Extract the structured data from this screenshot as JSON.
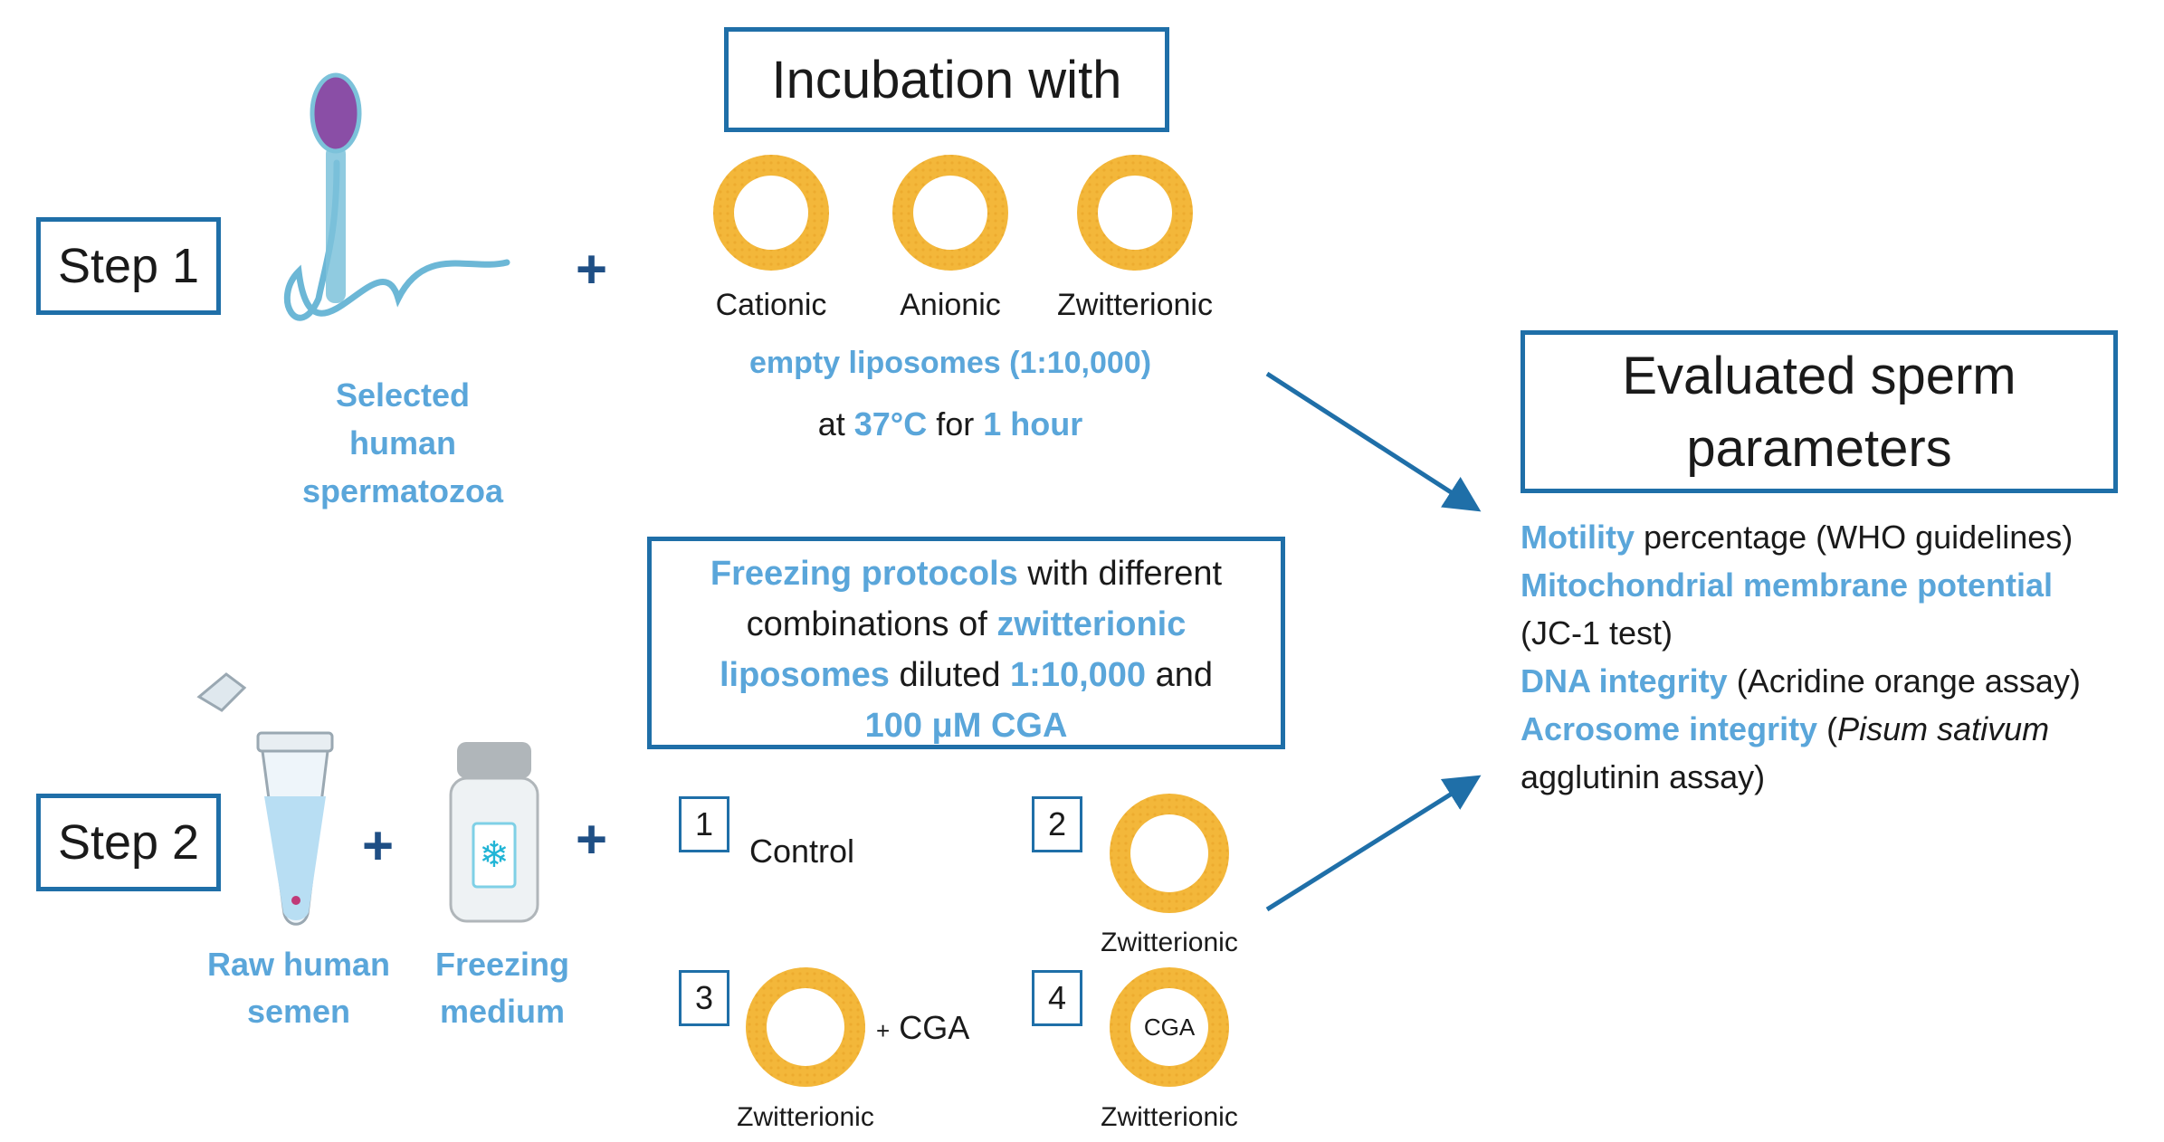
{
  "step1": {
    "label": "Step 1"
  },
  "step2": {
    "label": "Step 2"
  },
  "sperm": {
    "label_line1": "Selected",
    "label_line2": "human",
    "label_line3": "spermatozoa"
  },
  "incubation": {
    "title": "Incubation with",
    "liposomes": [
      "Cationic",
      "Anionic",
      "Zwitterionic"
    ],
    "empty_liposomes": "empty liposomes (1:10,000)",
    "cond_prefix": "at",
    "temp": "37°C",
    "cond_mid": "for",
    "time": "1 hour"
  },
  "freezing_box": {
    "l1_blue": "Freezing protocols",
    "l1_black": "with different",
    "l2_black": "combinations of",
    "l2_blue": "zwitterionic",
    "l3_blue1": "liposomes",
    "l3_black1": "diluted",
    "l3_blue2": "1:10,000",
    "l3_black2": "and",
    "l4_blue": "100 μM CGA"
  },
  "semen": {
    "line1": "Raw human",
    "line2": "semen"
  },
  "medium": {
    "line1": "Freezing",
    "line2": "medium"
  },
  "protocols": {
    "p1_num": "1",
    "p1_label": "Control",
    "p2_num": "2",
    "p2_label": "Zwitterionic",
    "p3_num": "3",
    "p3_label": "Zwitterionic",
    "p3_extra": "CGA",
    "p4_num": "4",
    "p4_label": "Zwitterionic",
    "p4_inner": "CGA"
  },
  "evaluated": {
    "title_line1": "Evaluated sperm",
    "title_line2": "parameters",
    "r1_blue": "Motility",
    "r1_black": "percentage (WHO guidelines)",
    "r2_blue": "Mitochondrial membrane potential",
    "r3_black": "(JC-1 test)",
    "r4_blue": "DNA integrity",
    "r4_black": "(Acridine orange assay)",
    "r5_blue": "Acrosome integrity",
    "r5_black1": "(",
    "r5_italic": "Pisum sativum",
    "r6_black": "agglutinin assay)"
  },
  "colors": {
    "accent": "#1f6fa8",
    "label_blue": "#5aa6da",
    "liposome": "#f3b73a",
    "sperm_head": "#8a4ea6"
  }
}
